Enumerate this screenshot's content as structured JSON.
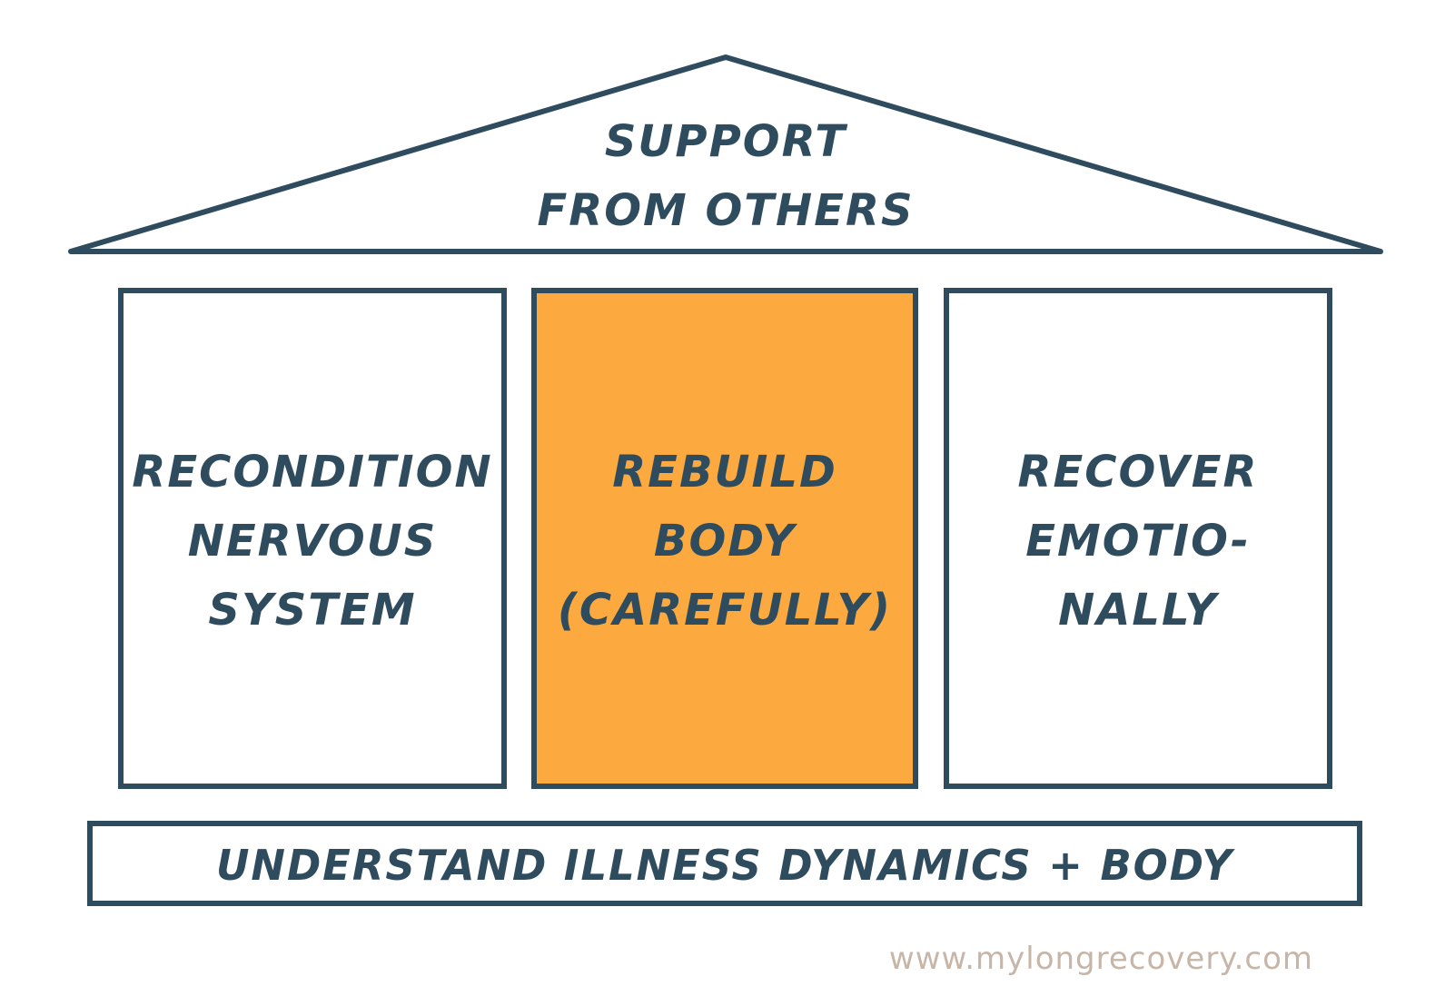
{
  "roof": {
    "lines": [
      "SUPPORT",
      "FROM OTHERS"
    ]
  },
  "pillars": [
    {
      "lines": [
        "RECONDITION",
        "NERVOUS",
        "SYSTEM"
      ],
      "highlighted": false
    },
    {
      "lines": [
        "REBUILD",
        "BODY",
        "(CAREFULLY)"
      ],
      "highlighted": true
    },
    {
      "lines": [
        "RECOVER",
        "EMOTIO-",
        "NALLY"
      ],
      "highlighted": false
    }
  ],
  "foundation": {
    "label": "UNDERSTAND ILLNESS DYNAMICS + BODY"
  },
  "footer": {
    "url": "www.mylongrecovery.com"
  },
  "colors": {
    "stroke": "#2f4b5e",
    "text": "#2f4b5e",
    "highlight_fill": "#fcaa40",
    "footer_text": "#c7b6a8"
  }
}
